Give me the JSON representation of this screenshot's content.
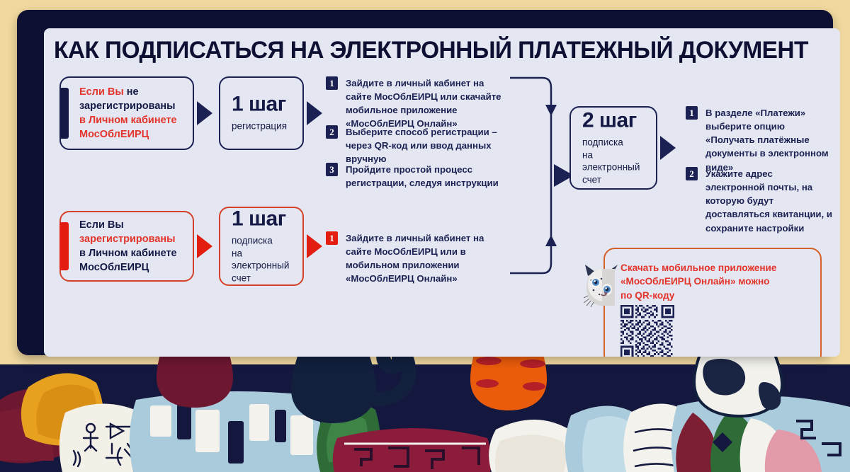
{
  "header": {
    "title": "КАК ПОДПИСАТЬСЯ НА ЭЛЕКТРОННЫЙ ПЛАТЕЖНЫЙ ДОКУМЕНТ"
  },
  "colors": {
    "background": "#F0D89F",
    "tv_frame": "#0D1033",
    "screen": "#E4E6F1",
    "navy": "#1B2152",
    "red": "#E31E10",
    "orange_border": "#D4612A"
  },
  "branch_not_registered": {
    "condition": {
      "line1_red": "Если Вы",
      "line1_navy": " не",
      "line2_navy": "зарегистрированы",
      "line3_red": "в Личном кабинете",
      "line4_red": "МосОблЕИРЦ"
    },
    "step": {
      "number": "1",
      "word": "шаг",
      "subtitle": "регистрация"
    },
    "items": [
      {
        "n": "1",
        "text": "Зайдите в личный кабинет на сайте МосОблЕИРЦ или скачайте мобильное приложение «МосОблЕИРЦ Онлайн»"
      },
      {
        "n": "2",
        "text": "Выберите способ регистрации – через QR-код или ввод данных вручную"
      },
      {
        "n": "3",
        "text": "Пройдите простой процесс регистрации, следуя инструкции"
      }
    ]
  },
  "branch_registered": {
    "condition": {
      "line1_navy": "Если Вы",
      "line2_red": "зарегистрированы",
      "line3_navy": "в Личном кабинете",
      "line4_navy": "МосОблЕИРЦ"
    },
    "step": {
      "number": "1",
      "word": "шаг",
      "subtitle_line1": "подписка",
      "subtitle_line2": "на электронный",
      "subtitle_line3": "счет"
    },
    "items": [
      {
        "n": "1",
        "text": "Зайдите в личный кабинет на сайте МосОблЕИРЦ или в мобильном приложении «МосОблЕИРЦ Онлайн»"
      }
    ]
  },
  "step2": {
    "number": "2",
    "word": "шаг",
    "subtitle_line1": "подписка",
    "subtitle_line2": "на электронный",
    "subtitle_line3": "счет",
    "items": [
      {
        "n": "1",
        "text": "В разделе «Платежи» выберите опцию «Получать платёжные документы в электронном виде»"
      },
      {
        "n": "2",
        "text": "Укажите адрес электронной почты, на которую будут доставляться квитанции, и сохраните настройки"
      }
    ]
  },
  "qr_block": {
    "title_line1": "Скачать мобильное приложение",
    "title_line2": "«МосОблЕИРЦ Онлайн» можно",
    "title_line3": "по QR-коду"
  }
}
